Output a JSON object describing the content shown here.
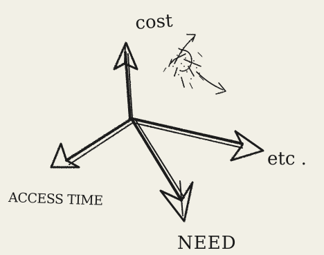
{
  "diagram": {
    "labels": {
      "cost": "cost",
      "access_time": "ACCESS TIME",
      "need": "NEED",
      "etc": "etc ."
    },
    "colors": {
      "ink": "#1a1a1a",
      "paper": "#f2f0e6"
    }
  }
}
